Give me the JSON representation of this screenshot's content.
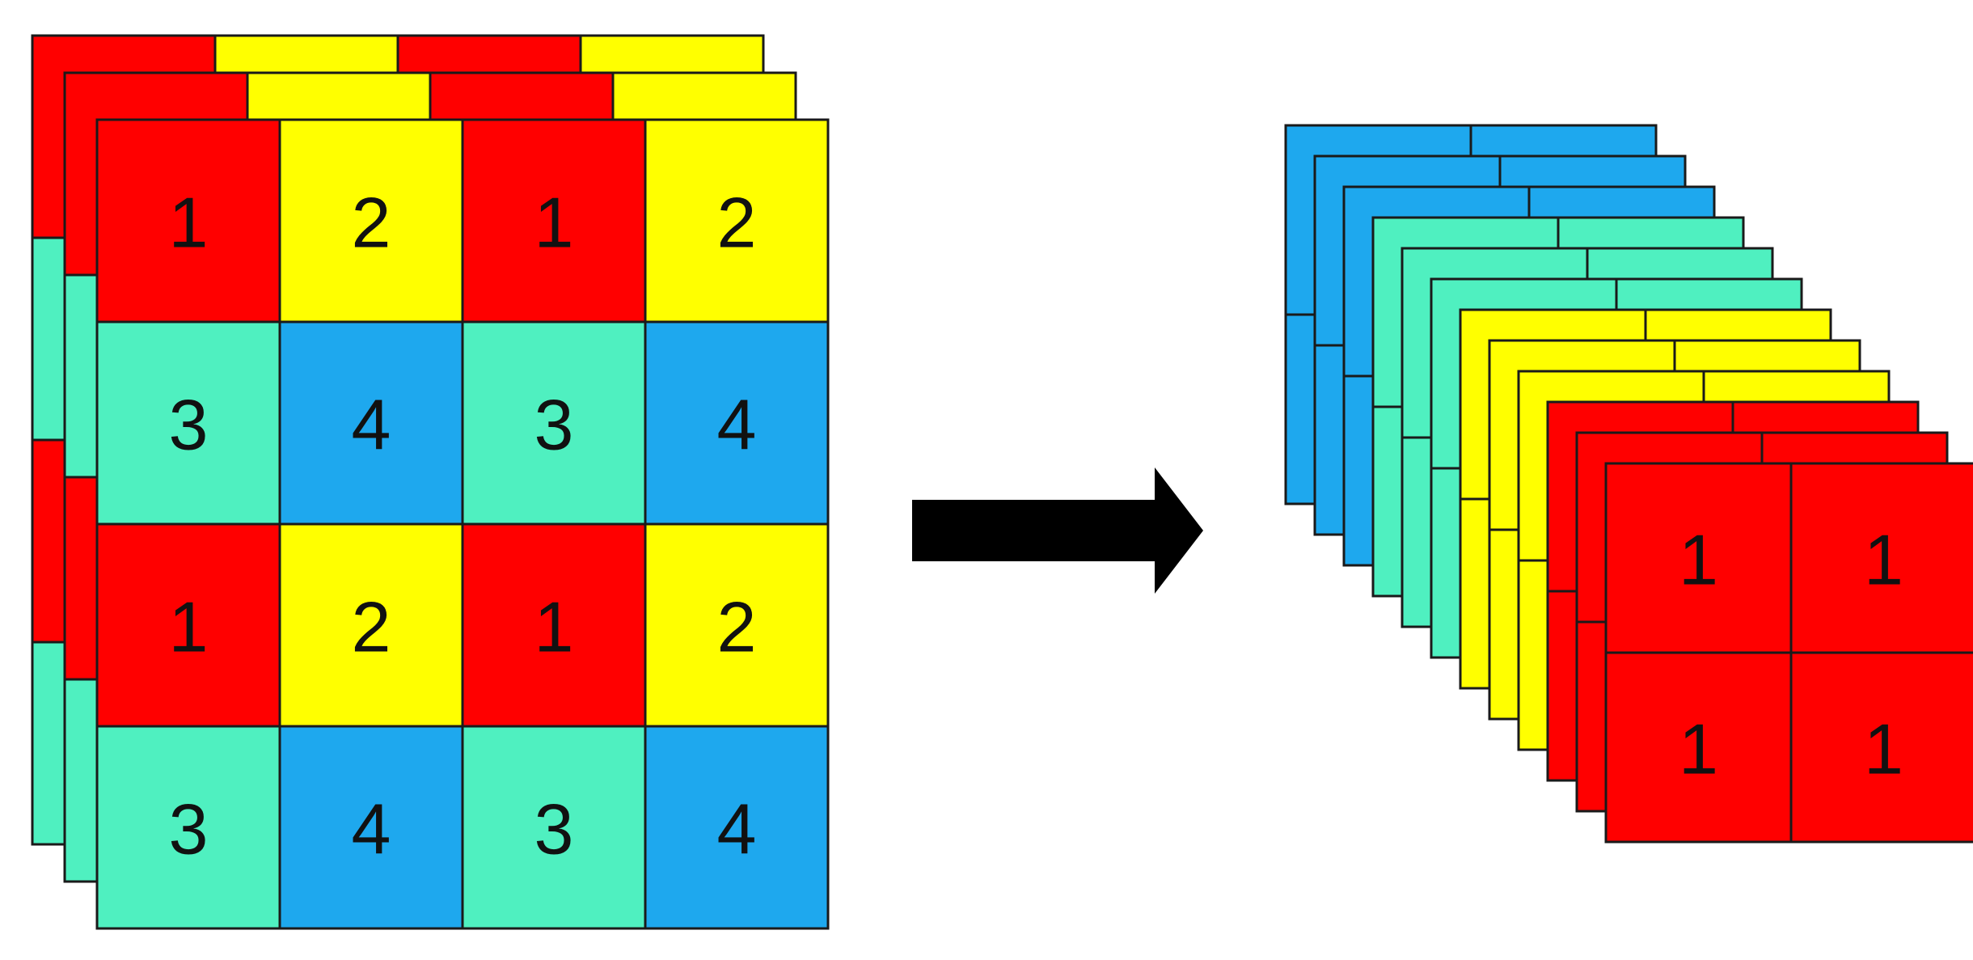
{
  "colors": {
    "red": "#ff0000",
    "yellow": "#ffff00",
    "teal": "#4ff0c0",
    "blue": "#1ea8ee",
    "outline": "#1a1a1a",
    "arrow": "#000000",
    "background": "#ffffff"
  },
  "input_grid": {
    "rows": [
      [
        "1",
        "2",
        "1",
        "2"
      ],
      [
        "3",
        "4",
        "3",
        "4"
      ],
      [
        "1",
        "2",
        "1",
        "2"
      ],
      [
        "3",
        "4",
        "3",
        "4"
      ]
    ],
    "value_colors": {
      "1": "red",
      "2": "yellow",
      "3": "teal",
      "4": "blue"
    }
  },
  "arrow": {
    "direction": "right",
    "icon": "right-arrow-icon"
  },
  "output_stack": {
    "slice_colors": [
      "blue",
      "blue",
      "blue",
      "teal",
      "teal",
      "teal",
      "yellow",
      "yellow",
      "yellow",
      "red",
      "red",
      "red"
    ],
    "front_slice": [
      [
        "1",
        "1"
      ],
      [
        "1",
        "1"
      ]
    ]
  }
}
